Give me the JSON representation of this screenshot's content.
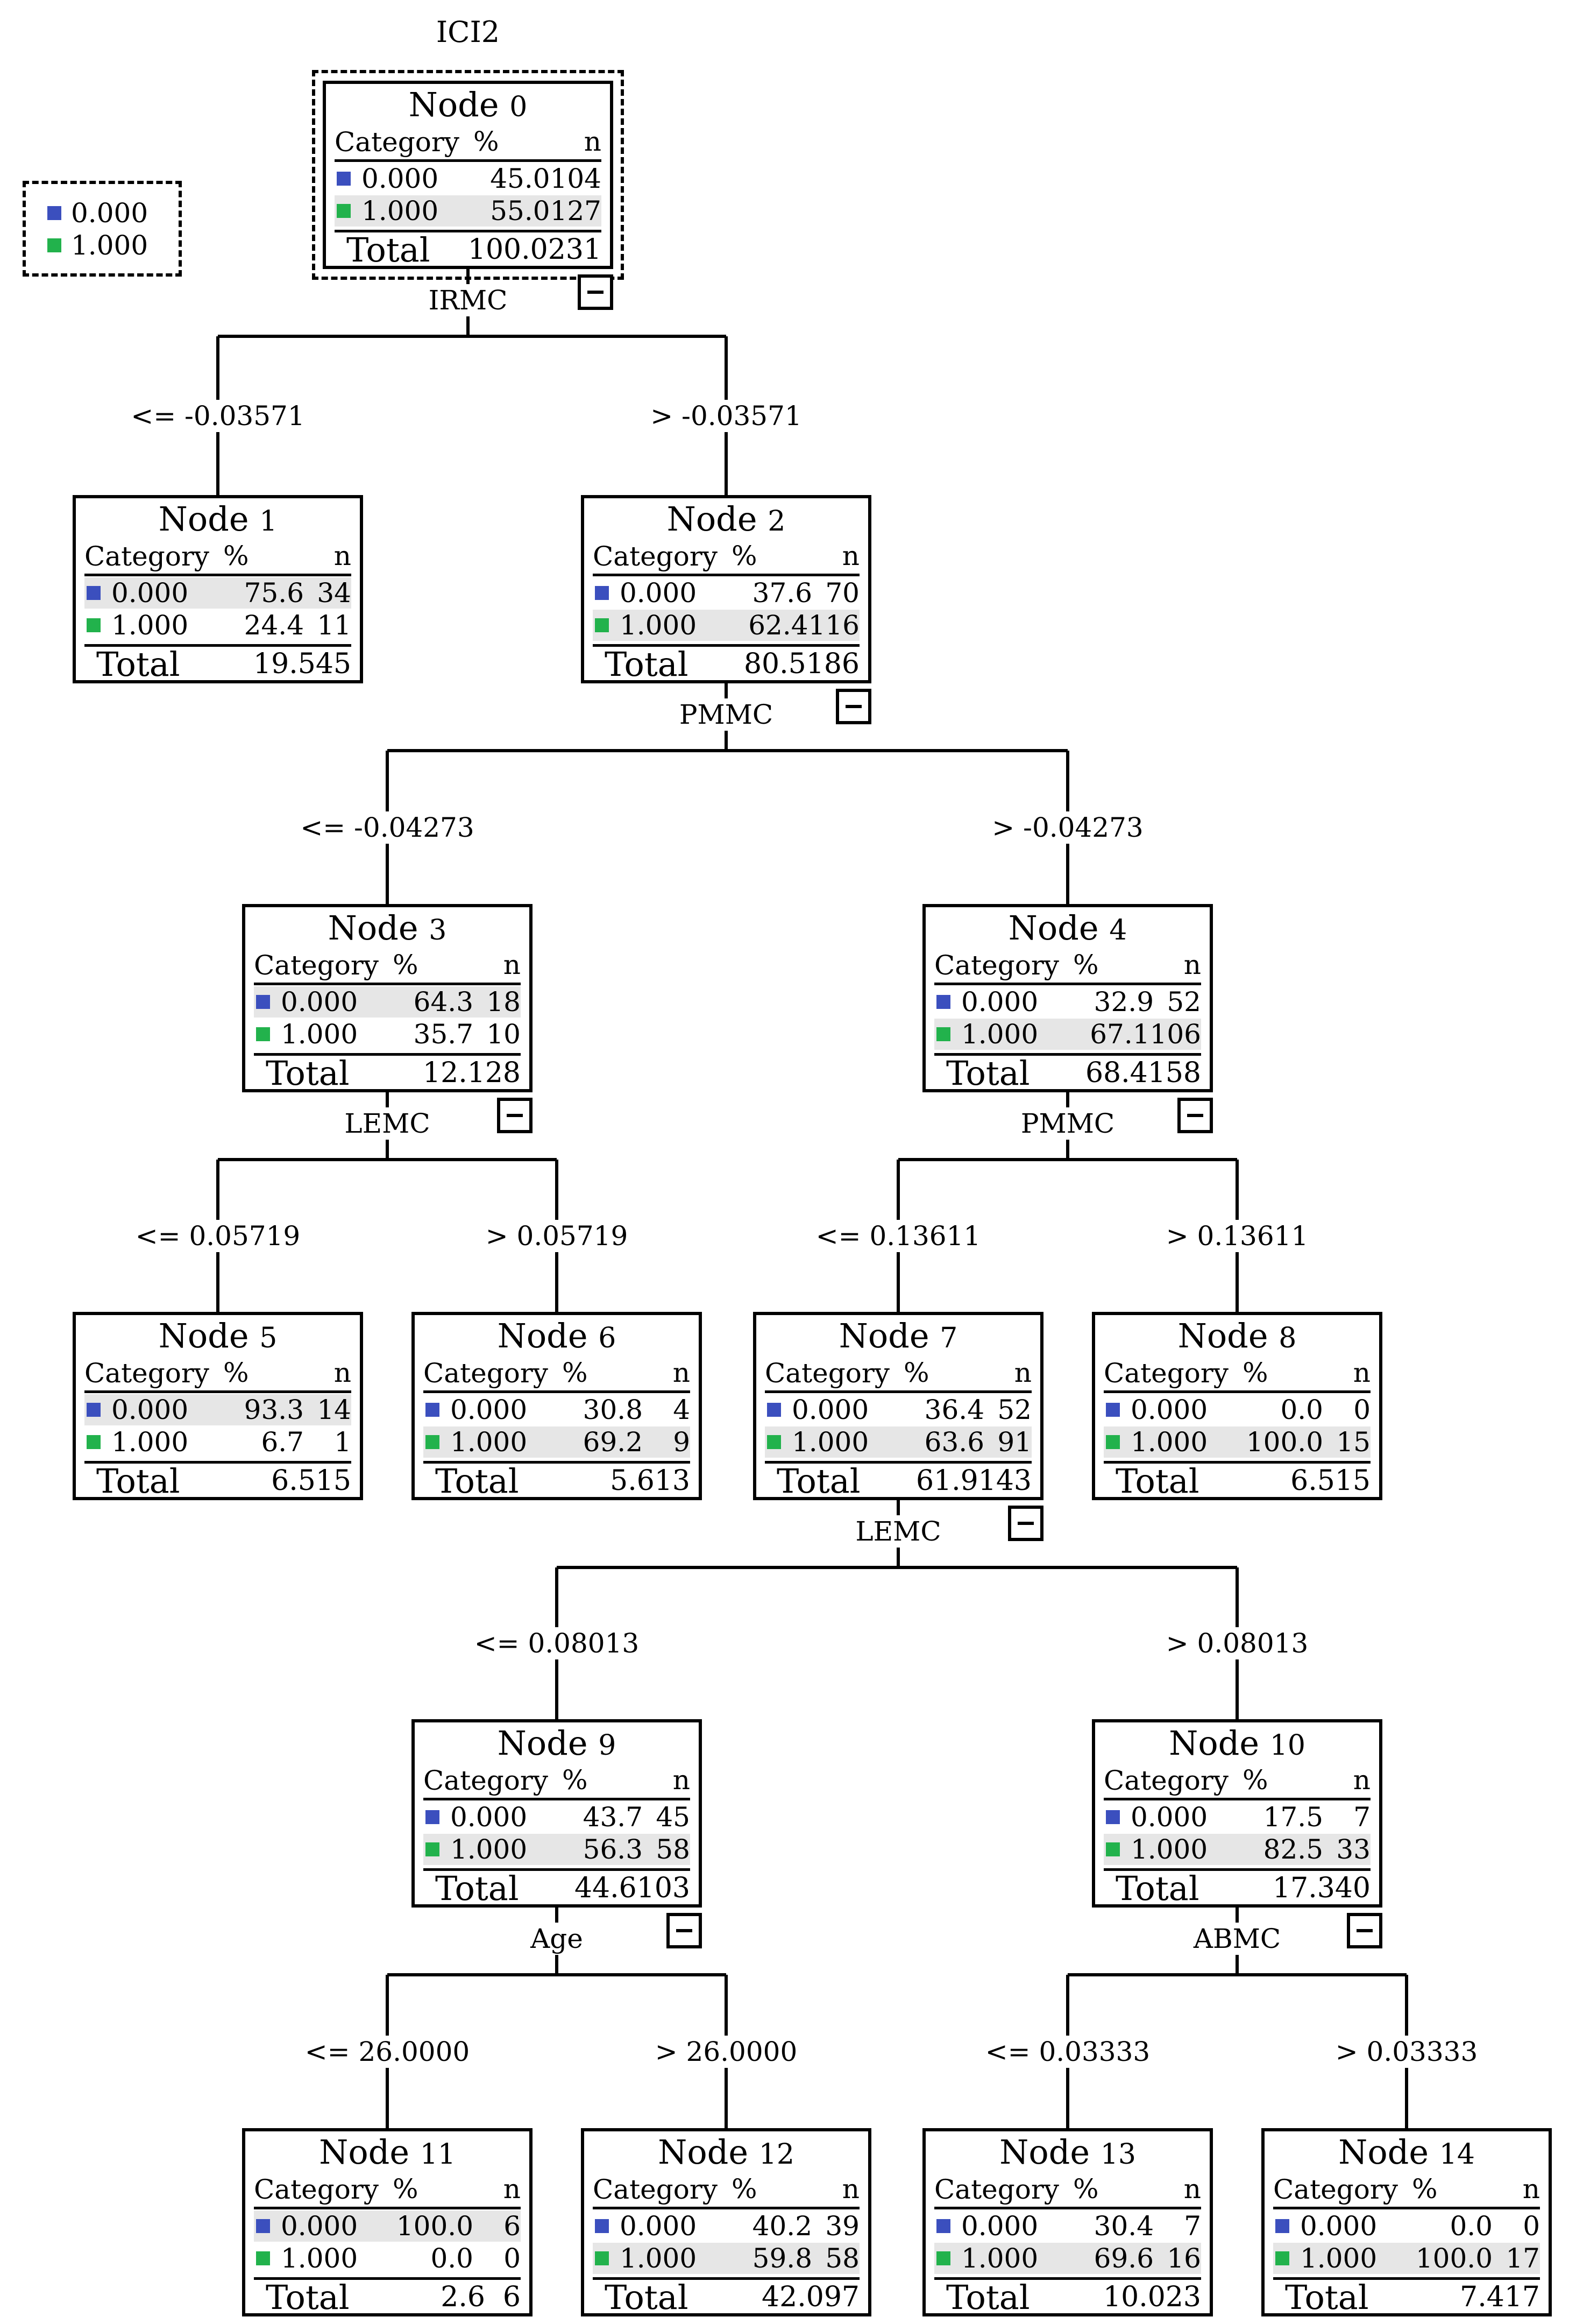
{
  "title": "ICI2",
  "legend": [
    {
      "label": "0.000",
      "color": "#3b4fbe"
    },
    {
      "label": "1.000",
      "color": "#22b24c"
    }
  ],
  "column_headers": {
    "category": "Category",
    "pct": "%",
    "n": "n"
  },
  "node_prefix": "Node",
  "total_label": "Total",
  "nodes": [
    {
      "id": "0",
      "rows": [
        {
          "cat": "0.000",
          "pct": "45.0",
          "n": "104"
        },
        {
          "cat": "1.000",
          "pct": "55.0",
          "n": "127"
        }
      ],
      "total": {
        "pct": "100.0",
        "n": "231"
      },
      "shaded_row": 1,
      "split_var": "IRMC"
    },
    {
      "id": "1",
      "rows": [
        {
          "cat": "0.000",
          "pct": "75.6",
          "n": "34"
        },
        {
          "cat": "1.000",
          "pct": "24.4",
          "n": "11"
        }
      ],
      "total": {
        "pct": "19.5",
        "n": "45"
      },
      "shaded_row": 0,
      "condition": "<= -0.03571"
    },
    {
      "id": "2",
      "rows": [
        {
          "cat": "0.000",
          "pct": "37.6",
          "n": "70"
        },
        {
          "cat": "1.000",
          "pct": "62.4",
          "n": "116"
        }
      ],
      "total": {
        "pct": "80.5",
        "n": "186"
      },
      "shaded_row": 1,
      "condition": "> -0.03571",
      "split_var": "PMMC"
    },
    {
      "id": "3",
      "rows": [
        {
          "cat": "0.000",
          "pct": "64.3",
          "n": "18"
        },
        {
          "cat": "1.000",
          "pct": "35.7",
          "n": "10"
        }
      ],
      "total": {
        "pct": "12.1",
        "n": "28"
      },
      "shaded_row": 0,
      "condition": "<= -0.04273",
      "split_var": "LEMC"
    },
    {
      "id": "4",
      "rows": [
        {
          "cat": "0.000",
          "pct": "32.9",
          "n": "52"
        },
        {
          "cat": "1.000",
          "pct": "67.1",
          "n": "106"
        }
      ],
      "total": {
        "pct": "68.4",
        "n": "158"
      },
      "shaded_row": 1,
      "condition": "> -0.04273",
      "split_var": "PMMC"
    },
    {
      "id": "5",
      "rows": [
        {
          "cat": "0.000",
          "pct": "93.3",
          "n": "14"
        },
        {
          "cat": "1.000",
          "pct": "6.7",
          "n": "1"
        }
      ],
      "total": {
        "pct": "6.5",
        "n": "15"
      },
      "shaded_row": 0,
      "condition": "<= 0.05719"
    },
    {
      "id": "6",
      "rows": [
        {
          "cat": "0.000",
          "pct": "30.8",
          "n": "4"
        },
        {
          "cat": "1.000",
          "pct": "69.2",
          "n": "9"
        }
      ],
      "total": {
        "pct": "5.6",
        "n": "13"
      },
      "shaded_row": 1,
      "condition": "> 0.05719"
    },
    {
      "id": "7",
      "rows": [
        {
          "cat": "0.000",
          "pct": "36.4",
          "n": "52"
        },
        {
          "cat": "1.000",
          "pct": "63.6",
          "n": "91"
        }
      ],
      "total": {
        "pct": "61.9",
        "n": "143"
      },
      "shaded_row": 1,
      "condition": "<= 0.13611",
      "split_var": "LEMC"
    },
    {
      "id": "8",
      "rows": [
        {
          "cat": "0.000",
          "pct": "0.0",
          "n": "0"
        },
        {
          "cat": "1.000",
          "pct": "100.0",
          "n": "15"
        }
      ],
      "total": {
        "pct": "6.5",
        "n": "15"
      },
      "shaded_row": 1,
      "condition": "> 0.13611"
    },
    {
      "id": "9",
      "rows": [
        {
          "cat": "0.000",
          "pct": "43.7",
          "n": "45"
        },
        {
          "cat": "1.000",
          "pct": "56.3",
          "n": "58"
        }
      ],
      "total": {
        "pct": "44.6",
        "n": "103"
      },
      "shaded_row": 1,
      "condition": "<= 0.08013",
      "split_var": "Age"
    },
    {
      "id": "10",
      "rows": [
        {
          "cat": "0.000",
          "pct": "17.5",
          "n": "7"
        },
        {
          "cat": "1.000",
          "pct": "82.5",
          "n": "33"
        }
      ],
      "total": {
        "pct": "17.3",
        "n": "40"
      },
      "shaded_row": 1,
      "condition": "> 0.08013",
      "split_var": "ABMC"
    },
    {
      "id": "11",
      "rows": [
        {
          "cat": "0.000",
          "pct": "100.0",
          "n": "6"
        },
        {
          "cat": "1.000",
          "pct": "0.0",
          "n": "0"
        }
      ],
      "total": {
        "pct": "2.6",
        "n": "6"
      },
      "shaded_row": 0,
      "condition": "<= 26.0000"
    },
    {
      "id": "12",
      "rows": [
        {
          "cat": "0.000",
          "pct": "40.2",
          "n": "39"
        },
        {
          "cat": "1.000",
          "pct": "59.8",
          "n": "58"
        }
      ],
      "total": {
        "pct": "42.0",
        "n": "97"
      },
      "shaded_row": 1,
      "condition": "> 26.0000"
    },
    {
      "id": "13",
      "rows": [
        {
          "cat": "0.000",
          "pct": "30.4",
          "n": "7"
        },
        {
          "cat": "1.000",
          "pct": "69.6",
          "n": "16"
        }
      ],
      "total": {
        "pct": "10.0",
        "n": "23"
      },
      "shaded_row": 1,
      "condition": "<= 0.03333"
    },
    {
      "id": "14",
      "rows": [
        {
          "cat": "0.000",
          "pct": "0.0",
          "n": "0"
        },
        {
          "cat": "1.000",
          "pct": "100.0",
          "n": "17"
        }
      ],
      "total": {
        "pct": "7.4",
        "n": "17"
      },
      "shaded_row": 1,
      "condition": "> 0.03333"
    }
  ]
}
